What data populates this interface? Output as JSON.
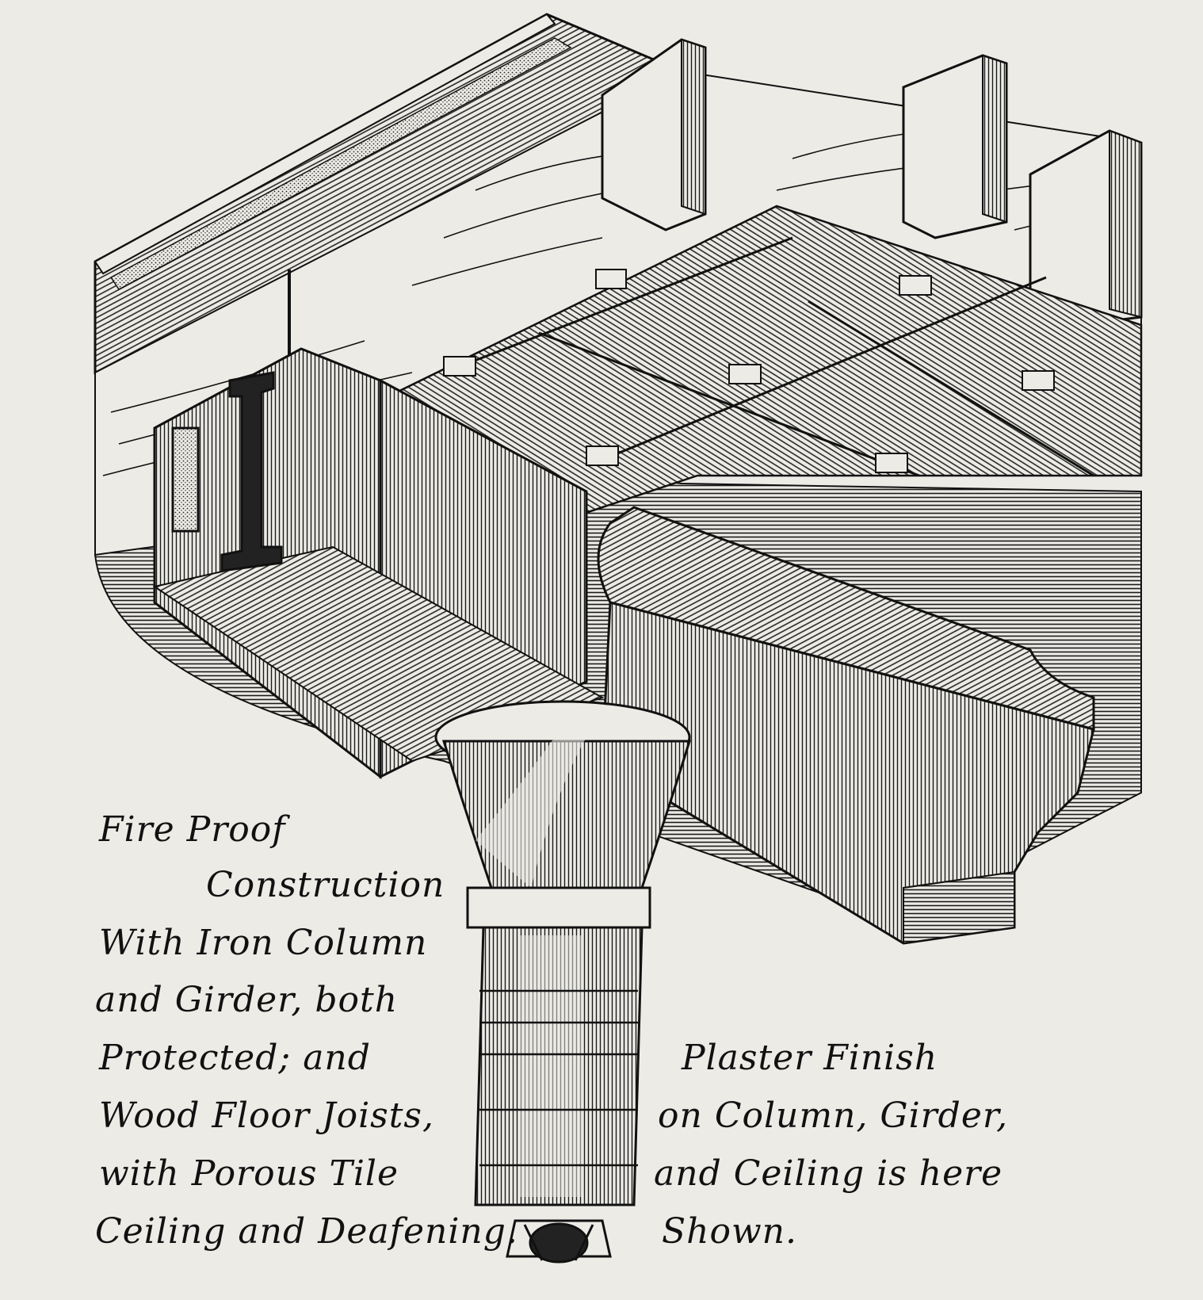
{
  "caption_left": {
    "line1": "Fire Proof",
    "line2": "Construction",
    "line3": "With Iron Column",
    "line4": "and Girder, both",
    "line5": "Protected; and",
    "line6": "Wood Floor Joists,",
    "line7": "with Porous Tile",
    "line8": "Ceiling and Deafening."
  },
  "caption_right": {
    "line1": "Plaster Finish",
    "line2": "on Column, Girder,",
    "line3": "and Ceiling is here",
    "line4": "Shown."
  },
  "colors": {
    "paper": "#ecebe6",
    "ink": "#111111"
  }
}
